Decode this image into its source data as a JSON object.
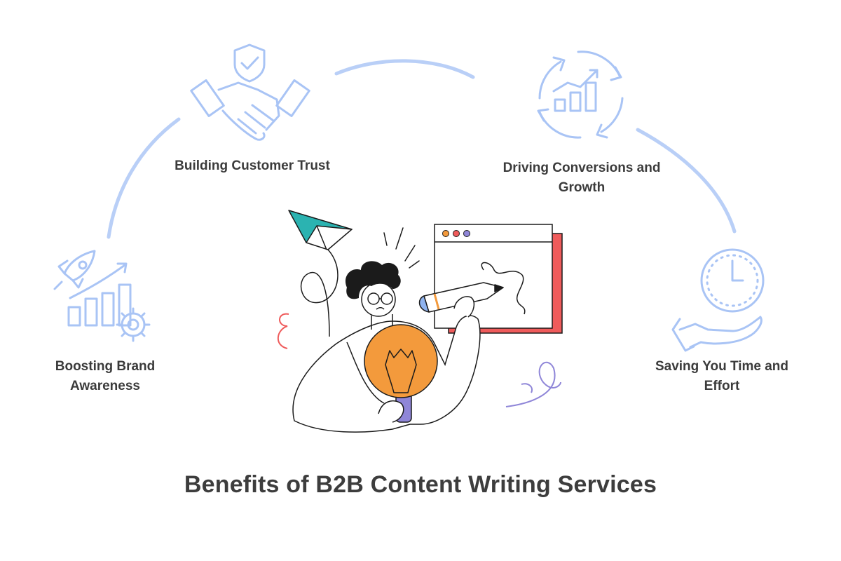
{
  "title": "Benefits of B2B Content Writing Services",
  "benefits": {
    "trust": {
      "line1": "Building Customer Trust",
      "icon": "handshake-shield-icon"
    },
    "drive": {
      "line1": "Driving Conversions and",
      "line2": "Growth",
      "icon": "growth-cycle-icon"
    },
    "brand": {
      "line1": "Boosting Brand",
      "line2": "Awareness",
      "icon": "rocket-chart-gear-icon"
    },
    "time": {
      "line1": "Saving You Time and",
      "line2": "Effort",
      "icon": "clock-hand-icon"
    }
  },
  "colors": {
    "icon_blue": "#a9c4f5",
    "text": "#3b3b3b",
    "bulb_orange": "#f39a3c",
    "window_red": "#ef5b5b",
    "plane_teal": "#2bb3b1",
    "accent_purple": "#8f86d8"
  }
}
